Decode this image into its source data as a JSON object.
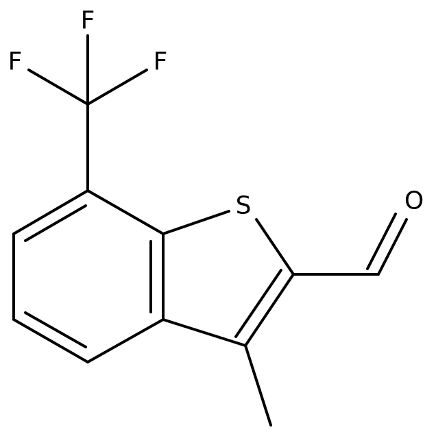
{
  "molecule": {
    "atoms": {
      "fluorine_top": "F",
      "fluorine_left": "F",
      "fluorine_right": "F",
      "sulfur": "S",
      "oxygen": "O"
    },
    "colors": {
      "bond": "#000000",
      "label": "#000000",
      "background": "#ffffff"
    }
  }
}
